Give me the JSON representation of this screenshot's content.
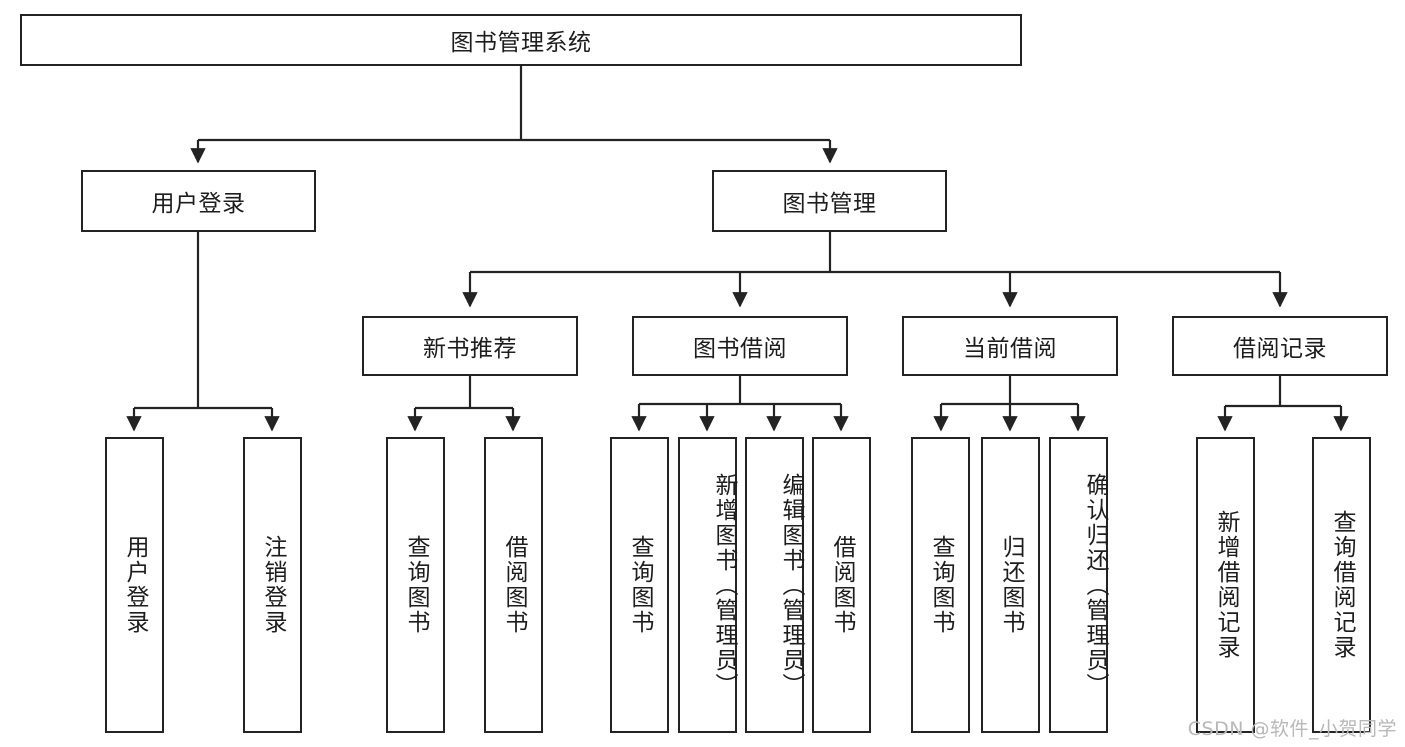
{
  "diagram": {
    "type": "hierarchy-tree",
    "title": "图书管理系统",
    "levels": {
      "root": {
        "label": "图书管理系统"
      },
      "level2": [
        {
          "label": "用户登录"
        },
        {
          "label": "图书管理"
        }
      ],
      "level3": [
        {
          "label": "新书推荐"
        },
        {
          "label": "图书借阅"
        },
        {
          "label": "当前借阅"
        },
        {
          "label": "借阅记录"
        }
      ],
      "leaves_user_login": [
        {
          "label": "用户登录"
        },
        {
          "label": "注销登录"
        }
      ],
      "leaves_new_book": [
        {
          "label": "查询图书"
        },
        {
          "label": "借阅图书"
        }
      ],
      "leaves_borrow": [
        {
          "label": "查询图书"
        },
        {
          "label": "新增图书（管理员）"
        },
        {
          "label": "编辑图书（管理员）"
        },
        {
          "label": "借阅图书"
        }
      ],
      "leaves_current": [
        {
          "label": "查询图书"
        },
        {
          "label": "归还图书"
        },
        {
          "label": "确认归还（管理员）"
        }
      ],
      "leaves_record": [
        {
          "label": "新增借阅记录"
        },
        {
          "label": "查询借阅记录"
        }
      ]
    }
  },
  "watermark": {
    "text": "CSDN @软件_小贺同学"
  },
  "colors": {
    "border": "#232323",
    "background": "#ffffff",
    "text": "#1d1d1d",
    "watermark": "#b8b8b8",
    "edge": "#232323"
  }
}
